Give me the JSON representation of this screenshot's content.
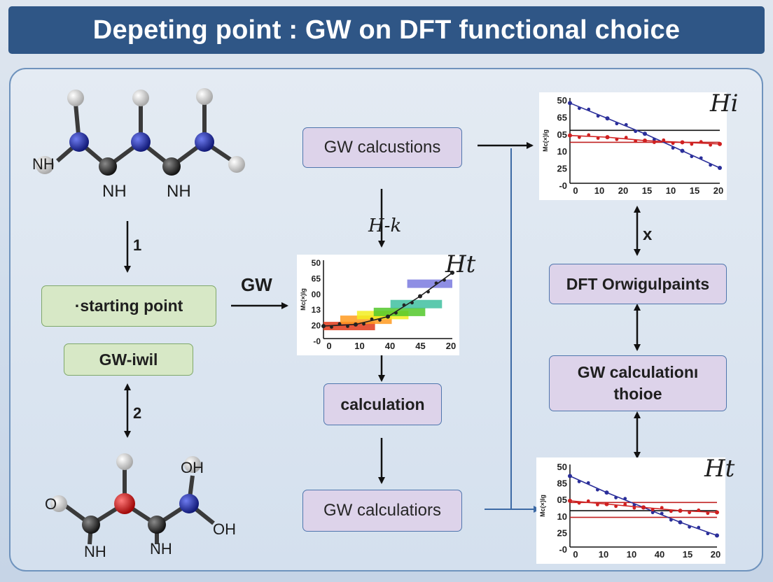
{
  "title": "Depeting point : GW on DFT functional choice",
  "left": {
    "mol_top": {
      "label_n1": "NH",
      "label_n2": "NH",
      "label_n3": "NH"
    },
    "step1": "1",
    "starting_point": "·starting point",
    "gw_iwil": "GW-iwil",
    "step2": "2",
    "mol_bottom": {
      "label_o1": "O",
      "label_oh1": "OH",
      "label_oh2": "OH",
      "label_n1": "NH",
      "label_n2": "NH"
    }
  },
  "middle": {
    "gw_arrow_label": "GW",
    "gw_calcustions": "GW calcustions",
    "hk_label": "H-k",
    "ht_label": "Ht",
    "calculation": "calculation",
    "gw_calculatiors": "GW  calculatiors"
  },
  "right": {
    "hi_label": "Hi",
    "x_label": "x",
    "dft_box": "DFT Orwigulpaints",
    "gw_choice_line1": "GW calculationı",
    "gw_choice_line2": "thoioe",
    "ht_label": "Ht"
  },
  "colors": {
    "banner": "#2f5686",
    "purple_box": "#ddd3ea",
    "green_box": "#d7e8c6",
    "nitrogen": "#1f2fa8",
    "oxygen": "#d01818",
    "carbon": "#2a2a2a",
    "hydrogen": "#f2f2f2"
  },
  "chart_data": [
    {
      "type": "line",
      "ylabel": "Mc(×)lg",
      "x_ticks": [
        "0",
        "10",
        "20",
        "15",
        "10",
        "15",
        "20"
      ],
      "y_ticks": [
        "50",
        "65",
        "05",
        "10",
        "25",
        "-0"
      ],
      "series": [
        {
          "color": "#2b2f9a",
          "points": [
            [
              0,
              47
            ],
            [
              5,
              38
            ],
            [
              10,
              29
            ],
            [
              15,
              19
            ],
            [
              20,
              9
            ]
          ]
        },
        {
          "color": "#d02020",
          "points": [
            [
              0,
              28
            ],
            [
              5,
              27
            ],
            [
              10,
              25
            ],
            [
              15,
              24
            ],
            [
              20,
              23
            ]
          ]
        }
      ],
      "ref_lines": [
        {
          "color": "#111111",
          "y": 31
        },
        {
          "color": "#c02020",
          "y": 24
        }
      ]
    },
    {
      "type": "line",
      "ylabel": "Mc(×)lg",
      "x_ticks": [
        "0",
        "10",
        "40",
        "45",
        "20"
      ],
      "y_ticks": [
        "50",
        "65",
        "00",
        "13",
        "20",
        "-0"
      ],
      "series": [
        {
          "color": "#222222",
          "points": [
            [
              0,
              8
            ],
            [
              5,
              9
            ],
            [
              10,
              14
            ],
            [
              15,
              27
            ],
            [
              20,
              42
            ]
          ]
        }
      ],
      "bands": [
        {
          "color": "#e23a1a",
          "y": 8
        },
        {
          "color": "#ff9a20",
          "y": 12
        },
        {
          "color": "#f2ee20",
          "y": 15
        },
        {
          "color": "#52c82a",
          "y": 17
        },
        {
          "color": "#3fbfa0",
          "y": 22
        },
        {
          "color": "#7a7adf",
          "y": 35
        }
      ]
    },
    {
      "type": "line",
      "ylabel": "Mc(×)lg",
      "x_ticks": [
        "0",
        "10",
        "10",
        "40",
        "15",
        "20"
      ],
      "y_ticks": [
        "50",
        "85",
        "05",
        "10",
        "25",
        "-0"
      ],
      "series": [
        {
          "color": "#2b2f9a",
          "points": [
            [
              0,
              43
            ],
            [
              5,
              33
            ],
            [
              10,
              24
            ],
            [
              15,
              15
            ],
            [
              20,
              7
            ]
          ]
        },
        {
          "color": "#d02020",
          "points": [
            [
              0,
              28
            ],
            [
              5,
              26
            ],
            [
              10,
              24
            ],
            [
              15,
              22
            ],
            [
              20,
              21
            ]
          ]
        }
      ],
      "ref_lines": [
        {
          "color": "#c02020",
          "y": 27
        },
        {
          "color": "#111111",
          "y": 22
        },
        {
          "color": "#c02020",
          "y": 18
        }
      ]
    }
  ]
}
